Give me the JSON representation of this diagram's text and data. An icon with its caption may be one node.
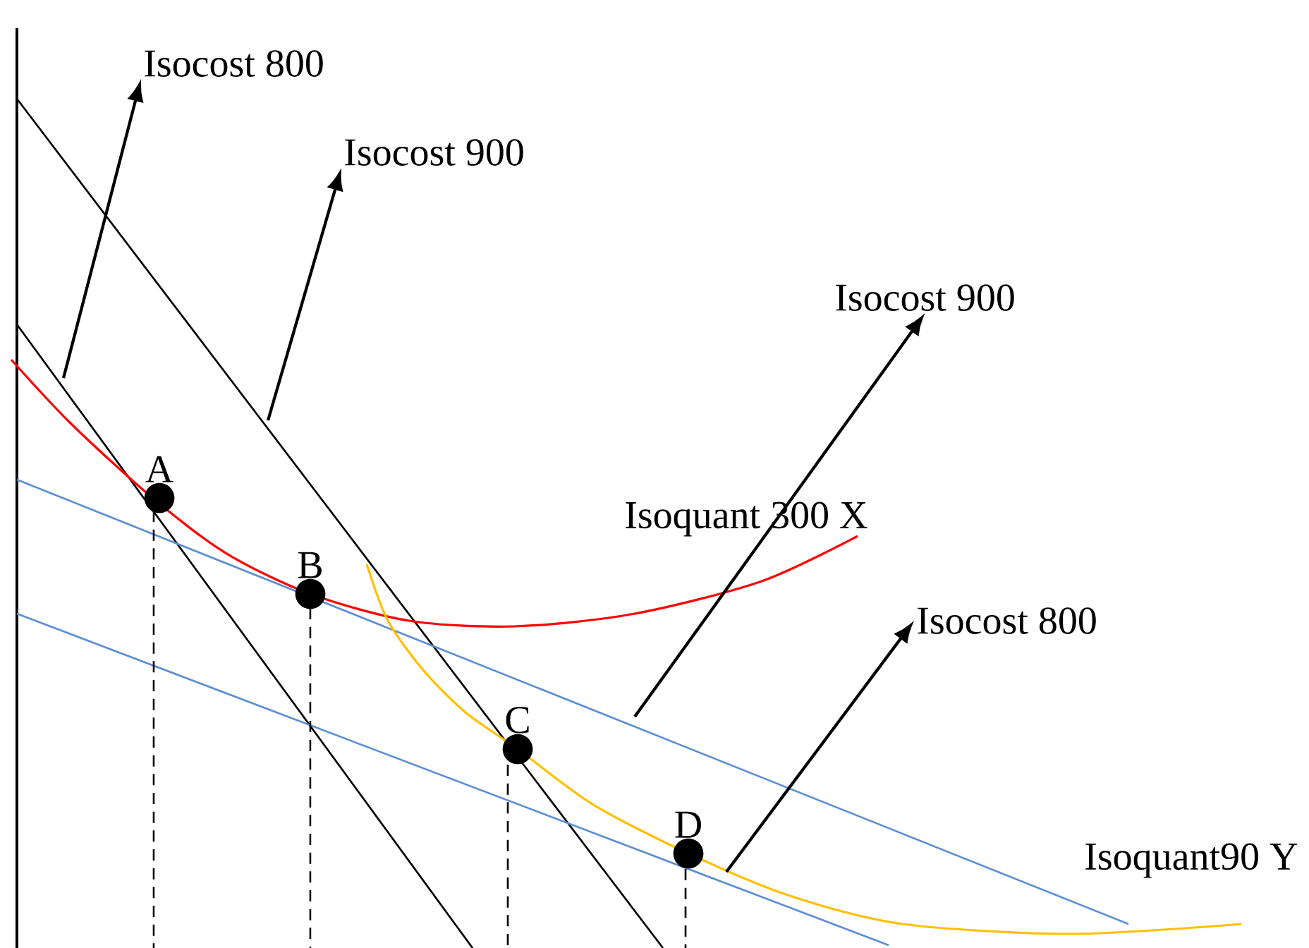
{
  "diagram": {
    "nodes": [
      {
        "text": [
          "Isocost 800"
        ]
      },
      {
        "text": [
          "Isocost 900"
        ]
      },
      {
        "text": [
          "Isocost 900"
        ]
      },
      {
        "text": [
          "Isoquant 300 X"
        ]
      },
      {
        "text": [
          "Isocost 800"
        ]
      },
      {
        "text": [
          "Isoquant90 Y"
        ]
      },
      {
        "text": [
          "A"
        ]
      },
      {
        "text": [
          "B"
        ]
      },
      {
        "text": [
          "C"
        ]
      },
      {
        "text": [
          "D"
        ]
      }
    ],
    "edges": [
      {
        "from": null,
        "to": 0,
        "arrow": "to"
      },
      {
        "from": null,
        "to": 1,
        "arrow": "to"
      },
      {
        "from": null,
        "to": 2,
        "arrow": "to"
      },
      {
        "from": null,
        "to": 4,
        "arrow": "to"
      }
    ]
  }
}
